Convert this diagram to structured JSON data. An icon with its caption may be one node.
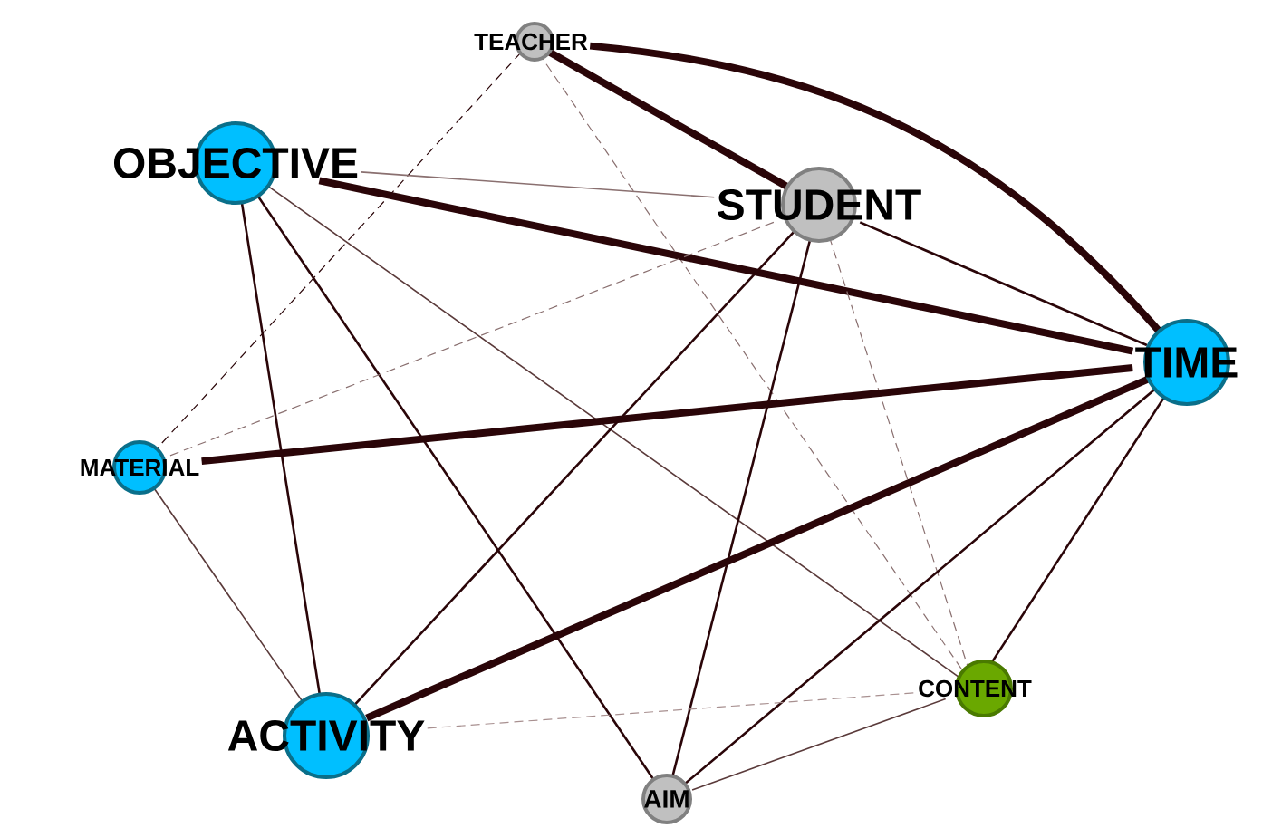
{
  "diagram": {
    "nodes": [
      {
        "text": [
          "TEACHER"
        ]
      },
      {
        "text": [
          "OBJECTIVE"
        ]
      },
      {
        "text": [
          "STUDENT"
        ]
      },
      {
        "text": [
          "TIME"
        ]
      },
      {
        "text": [
          "MATERIAL"
        ]
      },
      {
        "text": [
          "ACTIVITY"
        ]
      },
      {
        "text": [
          "CONTENT"
        ]
      },
      {
        "text": [
          "AIM"
        ]
      }
    ],
    "edges": [
      {
        "from": 0,
        "to": 2,
        "arrow": "none",
        "style": "thick"
      },
      {
        "from": 0,
        "to": 3,
        "arrow": "none",
        "style": "thick"
      },
      {
        "from": 0,
        "to": 4,
        "arrow": "none",
        "style": "dashed"
      },
      {
        "from": 0,
        "to": 6,
        "arrow": "none",
        "style": "dashed",
        "color": "#8a7070"
      },
      {
        "from": 1,
        "to": 2,
        "arrow": "none",
        "color": "#8a7070"
      },
      {
        "from": 1,
        "to": 3,
        "arrow": "none",
        "style": "thick"
      },
      {
        "from": 1,
        "to": 5,
        "arrow": "none"
      },
      {
        "from": 1,
        "to": 7,
        "arrow": "none"
      },
      {
        "from": 1,
        "to": 6,
        "arrow": "none",
        "color": "#5a3a3a"
      },
      {
        "from": 2,
        "to": 3,
        "arrow": "none"
      },
      {
        "from": 2,
        "to": 4,
        "arrow": "none",
        "style": "dashed",
        "color": "#8a7070"
      },
      {
        "from": 2,
        "to": 5,
        "arrow": "none"
      },
      {
        "from": 2,
        "to": 7,
        "arrow": "none"
      },
      {
        "from": 2,
        "to": 6,
        "arrow": "none",
        "style": "dashed",
        "color": "#8a7070"
      },
      {
        "from": 3,
        "to": 4,
        "arrow": "none",
        "style": "thick"
      },
      {
        "from": 3,
        "to": 5,
        "arrow": "none",
        "style": "thick"
      },
      {
        "from": 3,
        "to": 7,
        "arrow": "none"
      },
      {
        "from": 3,
        "to": 6,
        "arrow": "none"
      },
      {
        "from": 4,
        "to": 5,
        "arrow": "none",
        "color": "#5a3a3a"
      },
      {
        "from": 5,
        "to": 6,
        "arrow": "none",
        "style": "dashed",
        "color": "#a89090"
      },
      {
        "from": 7,
        "to": 6,
        "arrow": "none",
        "color": "#5a3a3a"
      }
    ]
  }
}
